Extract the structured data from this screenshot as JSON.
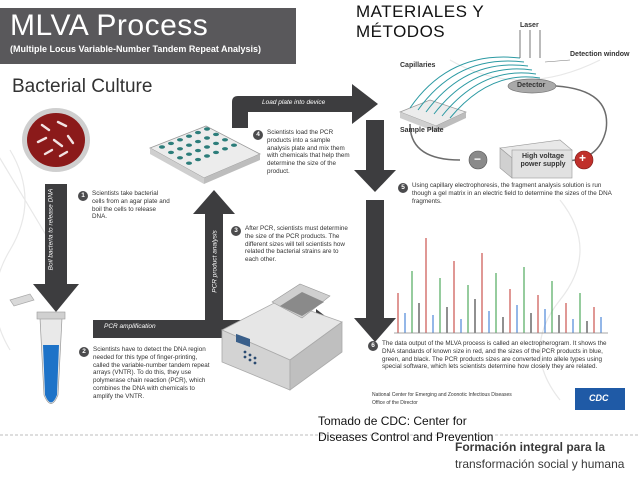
{
  "header": {
    "title": "MLVA Process",
    "subtitle": "(Multiple Locus Variable-Number Tandem Repeat Analysis)"
  },
  "overlay_title": "MATERIALES Y MÉTODOS",
  "section_title": "Bacterial Culture",
  "arrows": {
    "boil": "Boil bacteria to release DNA",
    "pcr_amp": "PCR amplification",
    "pcr_analysis": "PCR product analysis",
    "load_plate": "Load plate into device"
  },
  "steps": [
    {
      "num": "1",
      "text": "Scientists take bacterial cells from an agar plate and boil the cells to release DNA."
    },
    {
      "num": "2",
      "text": "Scientists have to detect the DNA region needed for this type of finger-printing, called the variable-number tandem repeat arrays (VNTR). To do this, they use polymerase chain reaction (PCR), which combines the DNA with chemicals to amplify the VNTR."
    },
    {
      "num": "3",
      "text": "After PCR, scientists must determine the size of the PCR products. The different sizes will tell scientists how related the bacterial strains are to each other."
    },
    {
      "num": "4",
      "text": "Scientists load the PCR products into a sample analysis plate and mix them with chemicals that help them determine the size of the product."
    },
    {
      "num": "5",
      "text": "Using capillary electrophoresis, the fragment analysis solution is run though a gel matrix in an electric field to determine the sizes of the DNA fragments."
    },
    {
      "num": "6",
      "text": "The data output of the MLVA process is called an electropherogram. It shows the DNA standards of known size in red, and the sizes of the PCR products in blue, green, and black. The PCR products sizes are converted into allele types using special software, which lets scientists determine how closely they are related."
    }
  ],
  "device_labels": {
    "laser": "Laser",
    "detection_window": "Detection window",
    "capillaries": "Capillaries",
    "detector": "Detector",
    "sample_plate": "Sample Plate",
    "power_supply": "High voltage power supply",
    "minus": "−",
    "plus": "+"
  },
  "cdc_footer": {
    "line1": "National Center for Emerging and Zoonotic Infectious Diseases",
    "line2": "Office of the Director",
    "logo": "CDC"
  },
  "credit": "Tomado de CDC: Center for Diseases Control and Prevention",
  "footer": {
    "line1": "Formación integral para la",
    "line2": "transformación social y humana"
  },
  "colors": {
    "header_bg": "#59585b",
    "arrow": "#3d3d3f",
    "dish": "#8b1a1a",
    "tube_liquid": "#1e73c8",
    "cdc_blue": "#1f5aa6"
  }
}
